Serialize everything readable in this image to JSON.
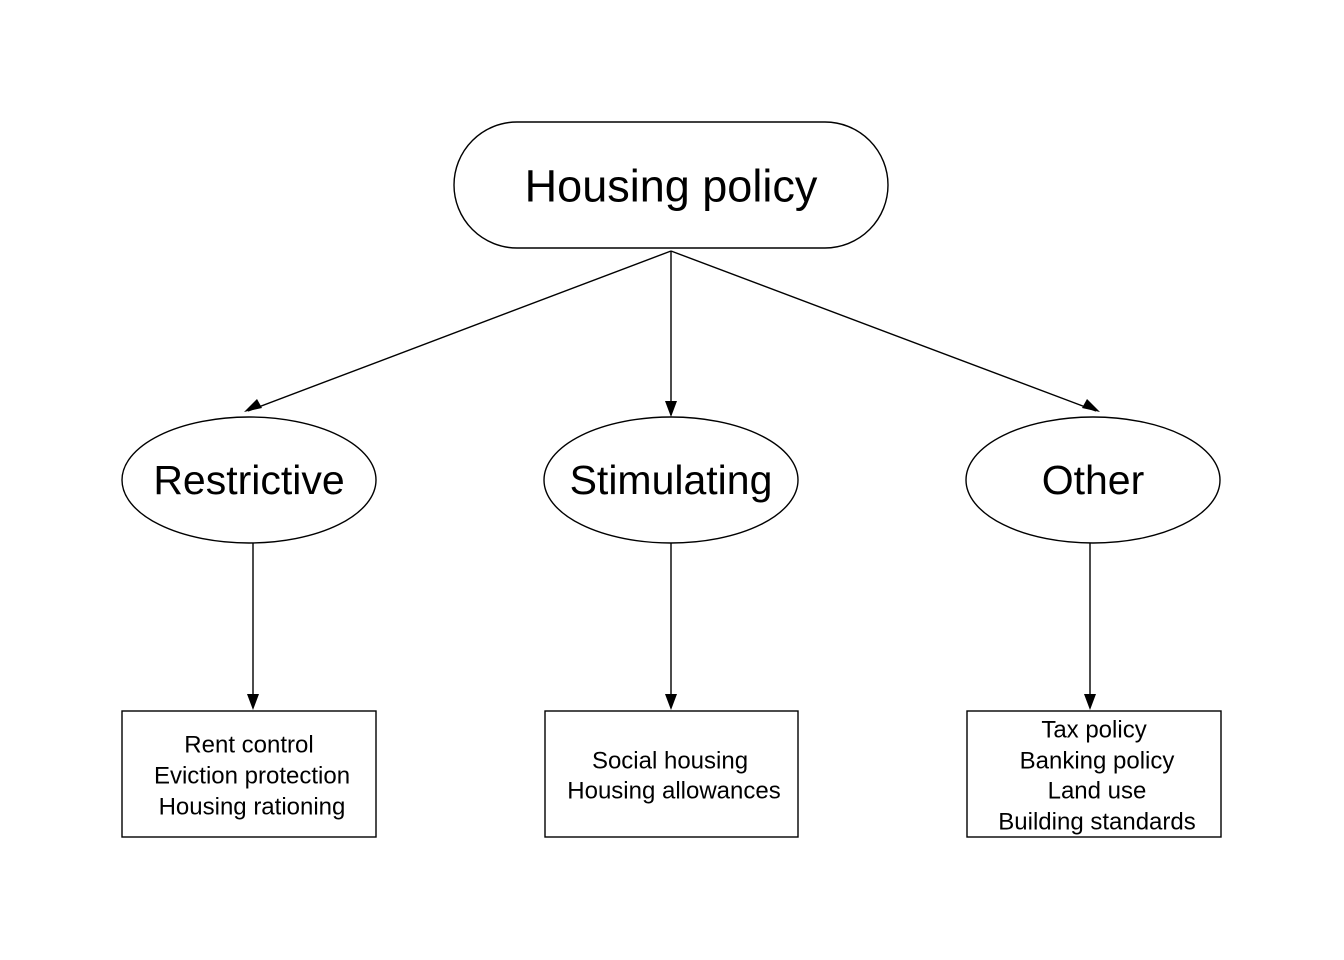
{
  "root": {
    "label": "Housing policy"
  },
  "categories": [
    {
      "label": "Restrictive",
      "items": [
        "Rent control",
        "Eviction protection",
        "Housing rationing"
      ]
    },
    {
      "label": "Stimulating",
      "items": [
        "Social housing",
        "Housing allowances"
      ]
    },
    {
      "label": "Other",
      "items": [
        "Tax policy",
        "Banking policy",
        "Land use",
        "Building standards"
      ]
    }
  ],
  "colors": {
    "stroke": "#000000",
    "fill": "#ffffff",
    "text": "#000000"
  }
}
